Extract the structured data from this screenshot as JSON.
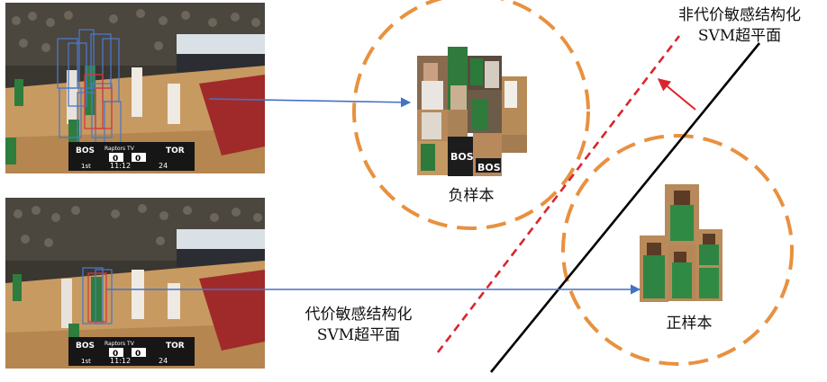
{
  "labels": {
    "negative_samples": "负样本",
    "positive_samples": "正样本",
    "standard_svm_line1": "代价敏感结构化",
    "standard_svm_line2": "SVM超平面",
    "nonsensitive_svm_line1": "非代价敏感结构化",
    "nonsensitive_svm_line2": "SVM超平面"
  },
  "scoreboard": {
    "home": "BOS",
    "channel": "Raptors TV",
    "away": "TOR",
    "home_score": "0",
    "away_score": "0",
    "quarter": "1st",
    "clock": "11:12",
    "shot_clock": "24"
  },
  "colors": {
    "circle": "#e8913f",
    "arrow": "#4472c4",
    "cost_sensitive_line": "#000000",
    "non_cost_sensitive_line": "#d9262c",
    "box_blue": "#4a78c8",
    "box_red": "#d33a3a"
  }
}
